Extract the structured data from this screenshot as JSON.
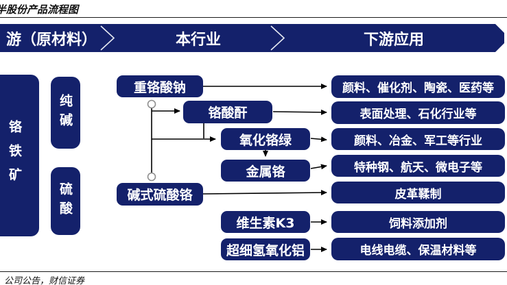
{
  "page": {
    "title": "半股份产品流程图",
    "source": "公司公告，财信证券"
  },
  "colors": {
    "navy": "#14216B",
    "box_text": "#FFFFFF",
    "arrow": "#000000",
    "connector_ring": "#8F8F8F",
    "chevron": "#E6E9F2"
  },
  "header": {
    "segments": [
      {
        "label": "游（原材料）"
      },
      {
        "label": "本行业"
      },
      {
        "label": "下游应用"
      }
    ]
  },
  "upstream": {
    "ore": "铬铁矿",
    "auxiliaries": [
      "纯碱",
      "硫酸"
    ]
  },
  "products": [
    "重铬酸钠",
    "铬酸酐",
    "氧化铬绿",
    "金属铬",
    "碱式硫酸铬",
    "维生素K3",
    "超细氢氧化铝"
  ],
  "applications": [
    "颜料、催化剂、陶瓷、医药等",
    "表面处理、石化行业等",
    "颜料、冶金、军工等行业",
    "特种钢、航天、微电子等",
    "皮革鞣制",
    "饲料添加剂",
    "电线电缆、保温材料等"
  ]
}
